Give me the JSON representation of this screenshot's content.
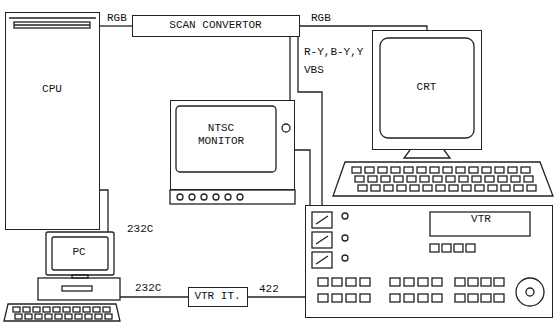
{
  "diagram": {
    "nodes": [
      {
        "text": [
          "CPU"
        ]
      },
      {
        "text": [
          "SCAN CONVERTOR"
        ]
      },
      {
        "text": [
          "CRT"
        ]
      },
      {
        "text": [
          "NTSC MONITOR"
        ]
      },
      {
        "text": [
          "PC"
        ]
      },
      {
        "text": [
          "VTR IT."
        ]
      },
      {
        "text": [
          "VTR"
        ]
      }
    ],
    "edges": [
      {
        "from": 0,
        "to": 1,
        "label": "RGB",
        "arrow": "none"
      },
      {
        "from": 1,
        "to": 2,
        "label": "RGB",
        "arrow": "none"
      },
      {
        "from": 1,
        "to": 6,
        "label": "R-Y,B-Y,Y",
        "arrow": "none"
      },
      {
        "from": 1,
        "to": 3,
        "label": "VBS",
        "arrow": "none"
      },
      {
        "from": 3,
        "to": 6,
        "arrow": "none"
      },
      {
        "from": 0,
        "to": 4,
        "label": "232C",
        "arrow": "none"
      },
      {
        "from": 4,
        "to": 5,
        "label": "232C",
        "arrow": "none"
      },
      {
        "from": 5,
        "to": 6,
        "label": "422",
        "arrow": "none"
      }
    ]
  }
}
